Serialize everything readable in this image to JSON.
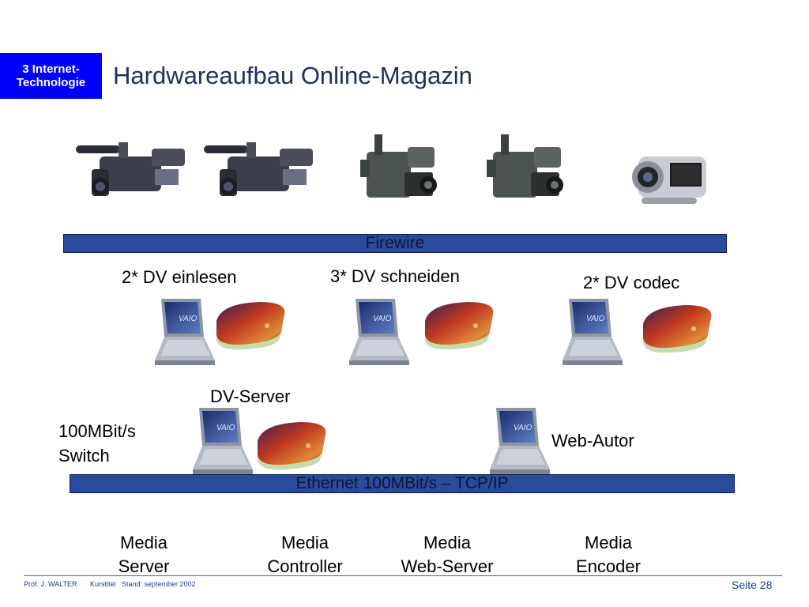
{
  "badge": {
    "line1": "3 Internet-",
    "line2": "Technologie"
  },
  "title": "Hardwareaufbau Online-Magazin",
  "firewire": {
    "label": "Firewire"
  },
  "ethernet": {
    "label": "Ethernet 100MBit/s – TCP/IP"
  },
  "stations": {
    "einlesen": "2* DV einlesen",
    "schneiden": "3* DV schneiden",
    "codec": "2* DV codec",
    "dv_server": "DV-Server",
    "switch_line1": "100MBit/s",
    "switch_line2": "Switch",
    "web_autor": "Web-Autor"
  },
  "media": [
    {
      "line1": "Media",
      "line2": "Server"
    },
    {
      "line1": "Media",
      "line2": "Controller"
    },
    {
      "line1": "Media",
      "line2": "Web-Server"
    },
    {
      "line1": "Media",
      "line2": "Encoder"
    }
  ],
  "footer": {
    "author": "Prof. J. WALTER",
    "course": "Kurstitel",
    "date": "Stand: september 2002",
    "page": "Seite 28"
  },
  "colors": {
    "badge": "#0000ff",
    "bus": "#2a4b9c",
    "title": "#1f2f63"
  },
  "icons": [
    "camcorder-icon",
    "broadcast-camera-icon",
    "handycam-icon",
    "laptop-icon",
    "capture-box-icon"
  ]
}
